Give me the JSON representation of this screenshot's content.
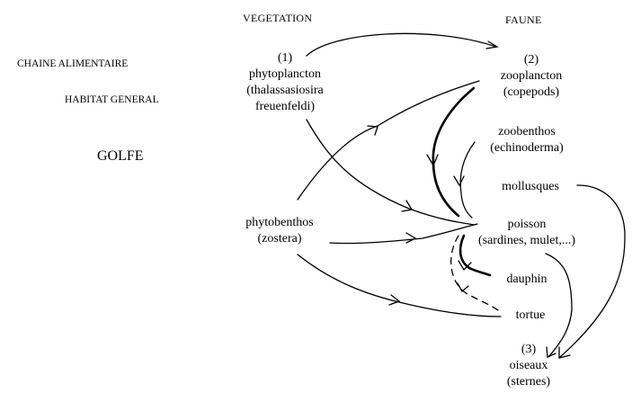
{
  "columns": {
    "vegetation": "VEGETATION",
    "faune": "FAUNE"
  },
  "rows": {
    "chaine_alimentaire": "CHAINE ALIMENTAIRE",
    "habitat_general": "HABITAT GENERAL",
    "golfe": "GOLFE"
  },
  "nodes": {
    "phytoplancton": {
      "number": "(1)",
      "name": "phytoplancton",
      "detail1": "(thalassasiosira",
      "detail2": "freuenfeldi)"
    },
    "zooplancton": {
      "number": "(2)",
      "name": "zooplancton",
      "detail": "(copepods)"
    },
    "zoobenthos": {
      "name": "zoobenthos",
      "detail": "(echinoderma)"
    },
    "mollusques": {
      "name": "mollusques"
    },
    "phytobenthos": {
      "name": "phytobenthos",
      "detail": "(zostera)"
    },
    "poisson": {
      "name": "poisson",
      "detail": "(sardines, mulet,...)"
    },
    "dauphin": {
      "name": "dauphin"
    },
    "tortue": {
      "name": "tortue"
    },
    "oiseaux": {
      "number": "(3)",
      "name": "oiseaux",
      "detail": "(sternes)"
    }
  },
  "links": [
    {
      "from": "phytoplancton",
      "to": "zooplancton",
      "style": "solid"
    },
    {
      "from": "phytoplancton",
      "to": "poisson",
      "style": "solid"
    },
    {
      "from": "phytobenthos",
      "to": "zooplancton",
      "style": "solid"
    },
    {
      "from": "phytobenthos",
      "to": "poisson",
      "style": "solid"
    },
    {
      "from": "phytobenthos",
      "to": "tortue",
      "style": "solid"
    },
    {
      "from": "zooplancton",
      "to": "poisson",
      "style": "thick"
    },
    {
      "from": "zoobenthos",
      "to": "poisson",
      "style": "solid"
    },
    {
      "from": "mollusques",
      "to": "oiseaux",
      "style": "solid"
    },
    {
      "from": "poisson",
      "to": "dauphin",
      "style": "thick"
    },
    {
      "from": "poisson",
      "to": "tortue",
      "style": "dashed"
    },
    {
      "from": "poisson",
      "to": "oiseaux",
      "style": "solid"
    }
  ]
}
